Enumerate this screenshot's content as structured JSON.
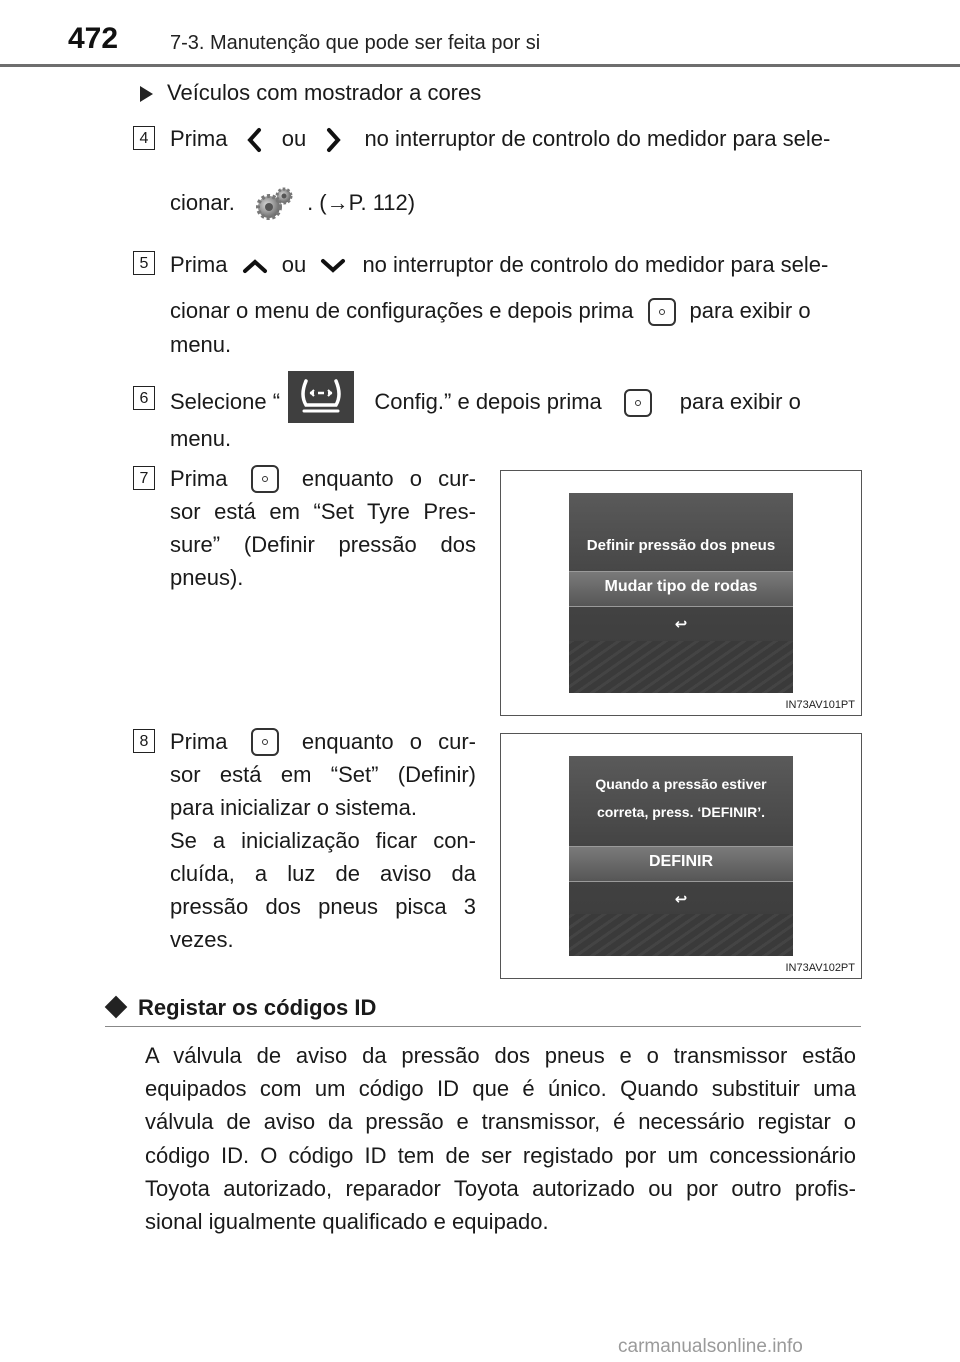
{
  "header": {
    "page_number": "472",
    "section_title": "7-3. Manutenção que pode ser feita por si"
  },
  "intro_heading": "Veículos com mostrador a cores",
  "steps": [
    {
      "number": "4",
      "part1": "Prima",
      "or": "ou",
      "part2": "no interruptor de controlo do medidor para sele-",
      "line2a": "cionar.",
      "line2b": ". (→P. 112)"
    },
    {
      "number": "5",
      "part1": "Prima",
      "or": "ou",
      "part2": "no interruptor de controlo do medidor para sele-",
      "line2a": "cionar o menu de configurações e depois prima",
      "line2b": "para exibir o",
      "line3": "menu."
    },
    {
      "number": "6",
      "part1": "Selecione “",
      "part2": "Config.” e depois prima",
      "part3": "para exibir o",
      "line2": "menu."
    },
    {
      "number": "7",
      "lines": [
        "Prima",
        "enquanto o cur-",
        "sor está em “Set Tyre Pres-",
        "sure” (Definir pressão dos",
        "pneus)."
      ],
      "figure_code": "IN73AV101PT",
      "screen": {
        "line1": "Definir pressão dos pneus",
        "line2": "Mudar tipo de rodas",
        "back": "↩"
      }
    },
    {
      "number": "8",
      "lines": [
        "Prima",
        "enquanto o cur-",
        "sor está em “Set” (Definir)",
        "para inicializar o sistema.",
        "Se a inicialização ficar con-",
        "cluída, a luz de aviso da",
        "pressão dos pneus pisca 3",
        "vezes."
      ],
      "figure_code": "IN73AV102PT",
      "screen": {
        "line1": "Quando a pressão estiver",
        "line2": "correta, press. ‘DEFINIR’.",
        "line3": "DEFINIR",
        "back": "↩"
      }
    }
  ],
  "subsection": {
    "title": "Registar os códigos ID",
    "paragraph_lines": [
      "A válvula de aviso da pressão dos pneus e o transmissor estão",
      "equipados com um código ID que é único. Quando substituir uma",
      "válvula de aviso da pressão e transmissor, é necessário registar o",
      "código ID. O código ID tem de ser registado por um concessionário",
      "Toyota autorizado, reparador Toyota autorizado ou por outro profis-",
      "sional igualmente qualificado e equipado."
    ]
  },
  "watermark": "carmanualsonline.info",
  "icons": {
    "bullet": "triangle-right-icon",
    "subsection": "diamond-icon",
    "settings": "gears-icon",
    "tpms": "tire-pressure-icon",
    "ok": "ok-button-icon"
  }
}
